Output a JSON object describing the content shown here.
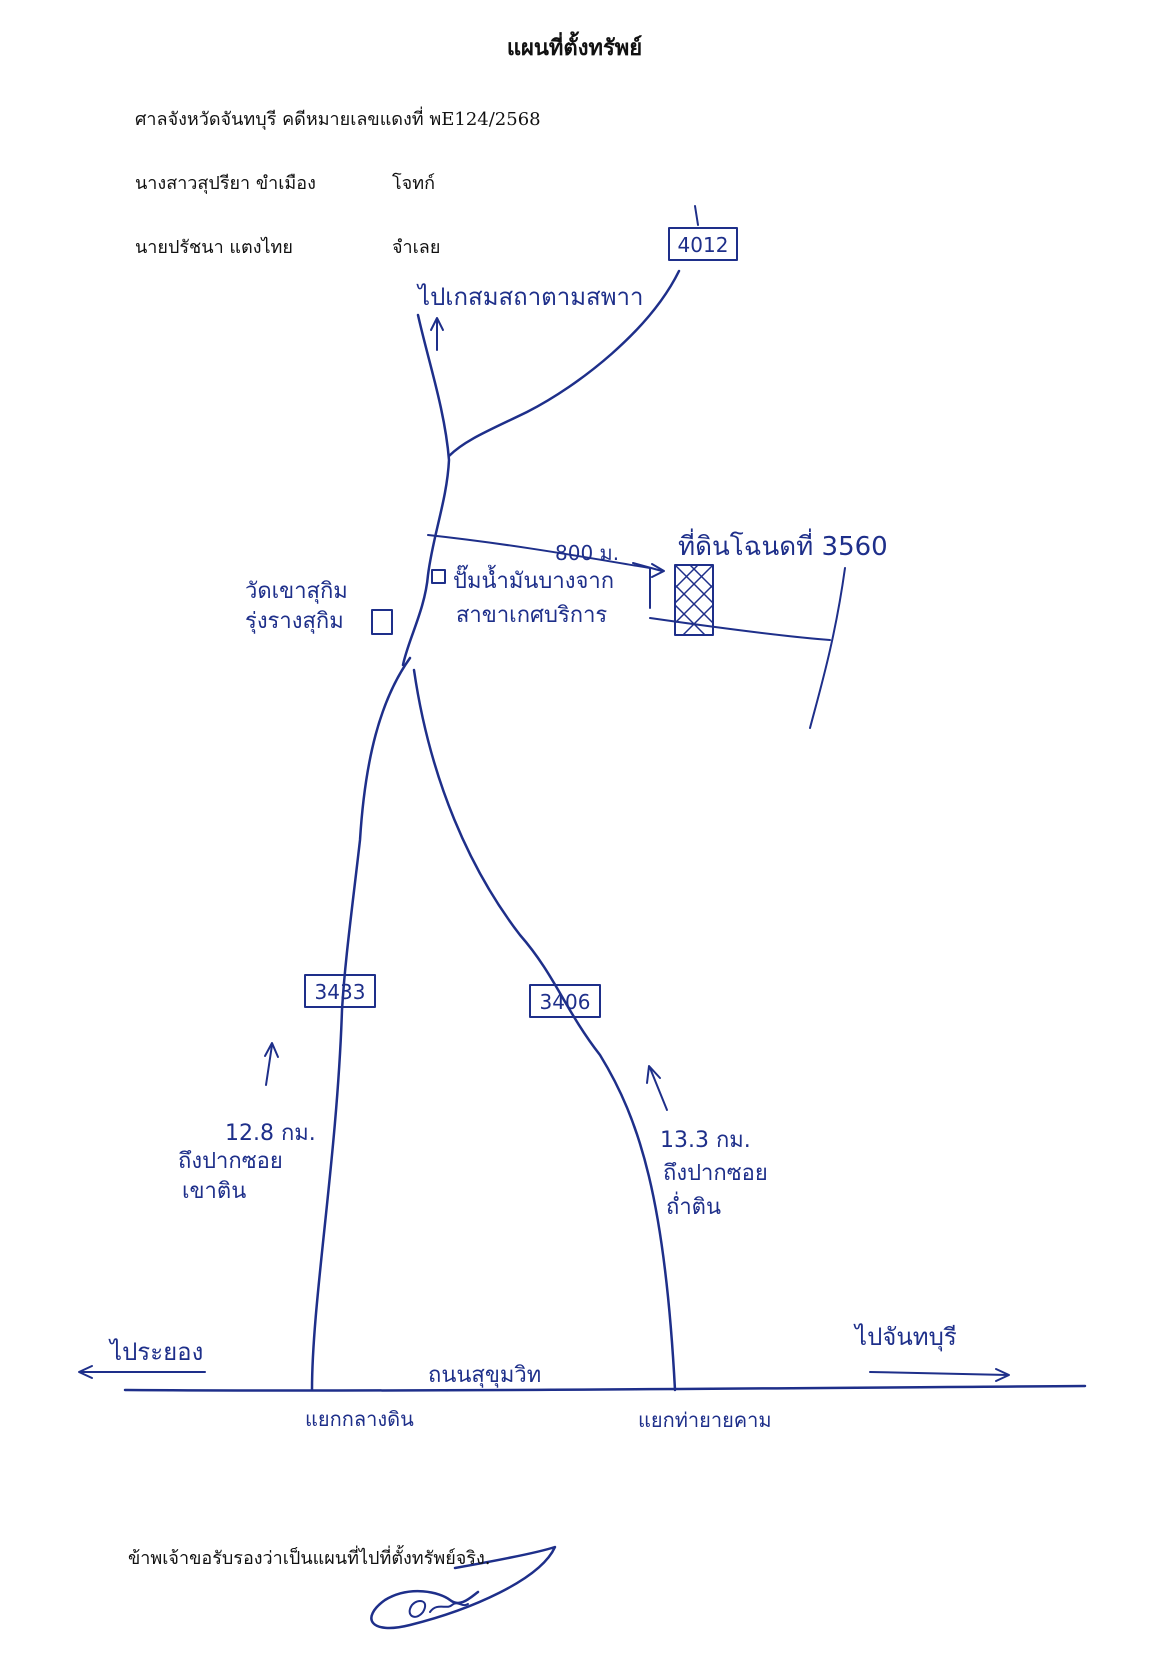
{
  "document": {
    "title": "แผนที่ตั้งทรัพย์",
    "court_line": "ศาลจังหวัดจันทบุรี คดีหมายเลขแดงที่ พE124/2568",
    "plaintiff_name": "นางสาวสุปรียา ขำเมือง",
    "plaintiff_role": "โจทก์",
    "defendant_name": "นายปรัชนา แตงไทย",
    "defendant_role": "จำเลย",
    "certification": "ข้าพเจ้าขอรับรองว่าเป็นแผนที่ไปที่ตั้งทรัพย์จริง."
  },
  "map": {
    "route_4012": "4012",
    "label_north": "ไปเกสมสถาตามสพาา",
    "distance_800": "800 ม.",
    "parcel_label": "ที่ดินโฉนดที่ 3560",
    "gas_station_1": "ปั๊มน้ำมันบางจาก",
    "gas_station_2": "สาขาเกศบริการ",
    "temple_1": "วัดเขาสุกิม",
    "temple_2": "รุ่งรางสุกิม",
    "route_3433": "3433",
    "route_3406": "3406",
    "dist_left_1": "12.8 กม.",
    "dist_left_2": "ถึงปากซอย",
    "dist_left_3": "เขาติน",
    "dist_right_1": "13.3 กม.",
    "dist_right_2": "ถึงปากซอย",
    "dist_right_3": "ถ่ำติน",
    "to_rayong": "ไประยอง",
    "to_chanthaburi": "ไปจันทบุรี",
    "sukhumvit": "ถนนสุขุมวิท",
    "junction_left": "แยกกลางดิน",
    "junction_right": "แยกท่ายายคาม",
    "signature_mark": "signature"
  },
  "colors": {
    "ink": "#1e2f8a",
    "print": "#111111"
  }
}
